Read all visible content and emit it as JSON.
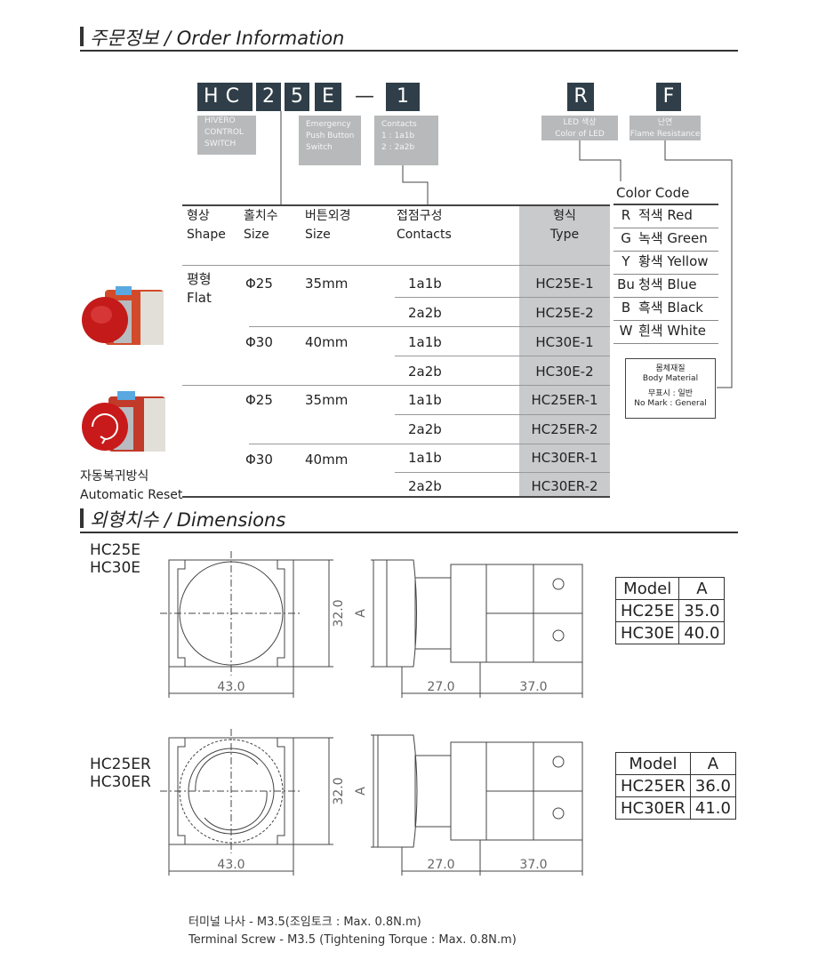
{
  "order": {
    "title": "주문정보 / Order Information",
    "code_chars": [
      "H",
      "C",
      "2",
      "5",
      "E",
      "—",
      "1",
      "R",
      "F"
    ],
    "labels": {
      "hivero": [
        "HIVERO",
        "CONTROL",
        "SWITCH"
      ],
      "emergency": [
        "Emergency",
        "Push Button",
        "Switch"
      ],
      "contacts": [
        "Contacts",
        "1 : 1a1b",
        "2 : 2a2b"
      ],
      "led": [
        "LED 색상",
        "Color of LED"
      ],
      "flame": [
        "난연",
        "Flame Resistance"
      ]
    },
    "headers": {
      "shape": [
        "형상",
        "Shape"
      ],
      "size": [
        "홀치수",
        "Size"
      ],
      "button": [
        "버튼외경",
        "Size"
      ],
      "contacts": [
        "접점구성",
        "Contacts"
      ],
      "type": [
        "형식",
        "Type"
      ]
    },
    "flat_label": [
      "평형",
      "Flat"
    ],
    "auto_reset_label": [
      "자동복귀방식",
      "Automatic Reset"
    ],
    "rows": [
      {
        "hole": "Φ25",
        "button": "35mm",
        "contact": "1a1b",
        "type": "HC25E-1"
      },
      {
        "hole": "",
        "button": "",
        "contact": "2a2b",
        "type": "HC25E-2"
      },
      {
        "hole": "Φ30",
        "button": "40mm",
        "contact": "1a1b",
        "type": "HC30E-1"
      },
      {
        "hole": "",
        "button": "",
        "contact": "2a2b",
        "type": "HC30E-2"
      },
      {
        "hole": "Φ25",
        "button": "35mm",
        "contact": "1a1b",
        "type": "HC25ER-1"
      },
      {
        "hole": "",
        "button": "",
        "contact": "2a2b",
        "type": "HC25ER-2"
      },
      {
        "hole": "Φ30",
        "button": "40mm",
        "contact": "1a1b",
        "type": "HC30ER-1"
      },
      {
        "hole": "",
        "button": "",
        "contact": "2a2b",
        "type": "HC30ER-2"
      }
    ],
    "color_code": {
      "title": "Color Code",
      "items": [
        {
          "code": "R",
          "name": "적색 Red"
        },
        {
          "code": "G",
          "name": "녹색 Green"
        },
        {
          "code": "Y",
          "name": "황색 Yellow"
        },
        {
          "code": "Bu",
          "name": "청색 Blue"
        },
        {
          "code": "B",
          "name": "흑색 Black"
        },
        {
          "code": "W",
          "name": "흰색 White"
        }
      ]
    },
    "body_material": [
      "몸체재질",
      "Body Material",
      "무표시 : 일반",
      "No Mark : General"
    ]
  },
  "dimensions": {
    "title": "외형치수 / Dimensions",
    "set1": {
      "models": [
        "HC25E",
        "HC30E"
      ],
      "dims": {
        "width": "43.0",
        "height": "32.0",
        "a": "A",
        "d1": "27.0",
        "d2": "37.0"
      },
      "table": {
        "h_model": "Model",
        "h_a": "A",
        "rows": [
          [
            "HC25E",
            "35.0"
          ],
          [
            "HC30E",
            "40.0"
          ]
        ]
      }
    },
    "set2": {
      "models": [
        "HC25ER",
        "HC30ER"
      ],
      "dims": {
        "width": "43.0",
        "height": "32.0",
        "a": "A",
        "d1": "27.0",
        "d2": "37.0"
      },
      "table": {
        "h_model": "Model",
        "h_a": "A",
        "rows": [
          [
            "HC25ER",
            "36.0"
          ],
          [
            "HC30ER",
            "41.0"
          ]
        ]
      }
    }
  },
  "footer": {
    "line1": "터미널 나사 - M3.5(조임토크 : Max. 0.8N.m)",
    "line2": "Terminal Screw - M3.5 (Tightening Torque : Max. 0.8N.m)"
  }
}
